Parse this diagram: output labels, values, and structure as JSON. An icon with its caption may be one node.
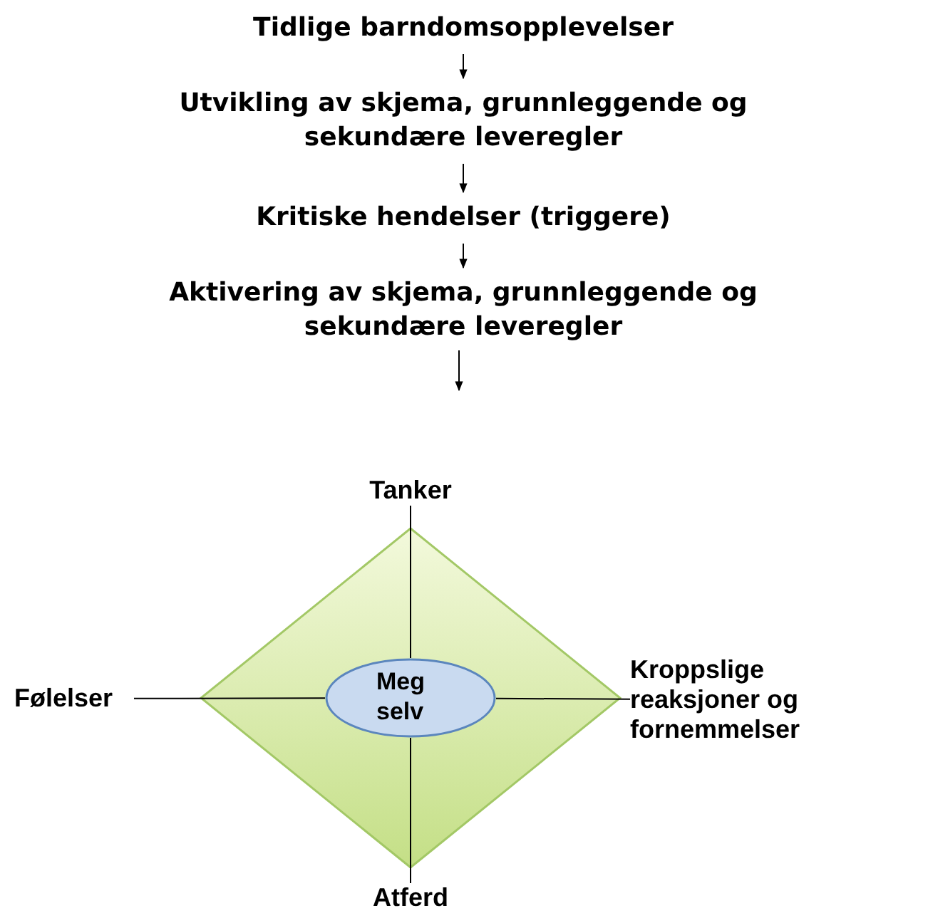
{
  "diagram": {
    "nodes": [
      {
        "text": [
          "Tidlige barndomsopplevelser"
        ]
      },
      {
        "text": [
          "Utvikling av skjema, grunnleggende og sekundære leveregler"
        ]
      },
      {
        "text": [
          "Kritiske hendelser (triggere)"
        ]
      },
      {
        "text": [
          "Aktivering av skjema, grunnleggende og sekundære leveregler"
        ]
      },
      {
        "text": [],
        "shape": "diamond"
      },
      {
        "text": [
          "Meg selv"
        ],
        "in": 4
      },
      {
        "text": [
          "Tanker"
        ]
      },
      {
        "text": [
          "Følelser"
        ]
      },
      {
        "text": [
          "Kroppslige reaksjoner og fornemmelser"
        ]
      },
      {
        "text": [
          "Atferd"
        ]
      }
    ],
    "edges": [
      {
        "from": 0,
        "to": 1,
        "arrow": "to"
      },
      {
        "from": 1,
        "to": 2,
        "arrow": "to"
      },
      {
        "from": 2,
        "to": 3,
        "arrow": "to"
      },
      {
        "from": 3,
        "to": null,
        "arrow": "to"
      },
      {
        "from": 5,
        "to": 6,
        "arrow": "none"
      },
      {
        "from": 5,
        "to": 7,
        "arrow": "none"
      },
      {
        "from": 5,
        "to": 8,
        "arrow": "none"
      },
      {
        "from": 5,
        "to": 9,
        "arrow": "none"
      }
    ]
  }
}
